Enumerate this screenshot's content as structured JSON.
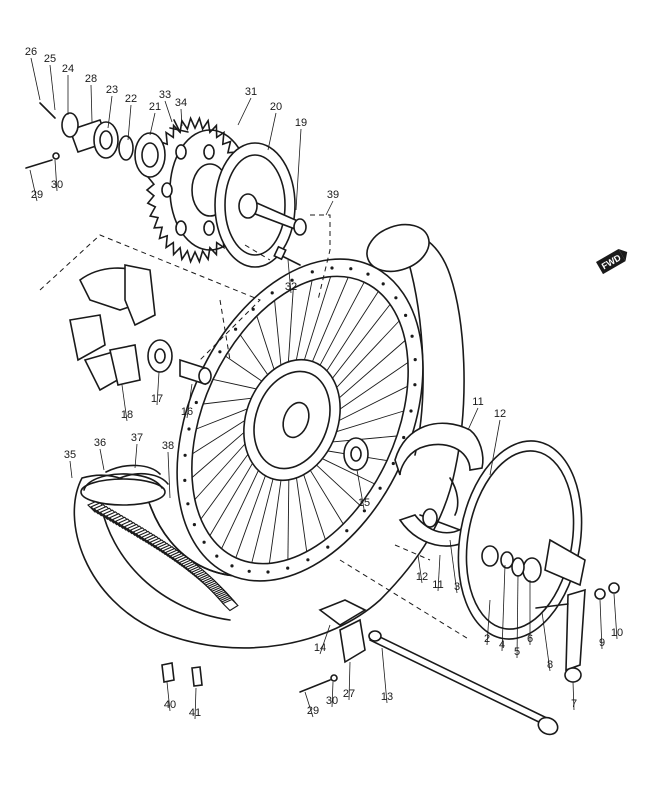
{
  "diagram": {
    "direction_badge": "FWD",
    "callouts": [
      {
        "id": "c26",
        "label": "26"
      },
      {
        "id": "c25",
        "label": "25"
      },
      {
        "id": "c24",
        "label": "24"
      },
      {
        "id": "c28",
        "label": "28"
      },
      {
        "id": "c23",
        "label": "23"
      },
      {
        "id": "c22",
        "label": "22"
      },
      {
        "id": "c21",
        "label": "21"
      },
      {
        "id": "c33",
        "label": "33"
      },
      {
        "id": "c34",
        "label": "34"
      },
      {
        "id": "c31",
        "label": "31"
      },
      {
        "id": "c20",
        "label": "20"
      },
      {
        "id": "c19",
        "label": "19"
      },
      {
        "id": "c29a",
        "label": "29"
      },
      {
        "id": "c30a",
        "label": "30"
      },
      {
        "id": "c39",
        "label": "39"
      },
      {
        "id": "c32",
        "label": "32"
      },
      {
        "id": "c17",
        "label": "17"
      },
      {
        "id": "c16",
        "label": "16"
      },
      {
        "id": "c18",
        "label": "18"
      },
      {
        "id": "c35",
        "label": "35"
      },
      {
        "id": "c36",
        "label": "36"
      },
      {
        "id": "c37",
        "label": "37"
      },
      {
        "id": "c38",
        "label": "38"
      },
      {
        "id": "c15",
        "label": "15"
      },
      {
        "id": "c11a",
        "label": "11"
      },
      {
        "id": "c12a",
        "label": "12"
      },
      {
        "id": "c12b",
        "label": "12"
      },
      {
        "id": "c11b",
        "label": "11"
      },
      {
        "id": "c3",
        "label": "3"
      },
      {
        "id": "c2",
        "label": "2"
      },
      {
        "id": "c4",
        "label": "4"
      },
      {
        "id": "c5",
        "label": "5"
      },
      {
        "id": "c6",
        "label": "6"
      },
      {
        "id": "c8",
        "label": "8"
      },
      {
        "id": "c9",
        "label": "9"
      },
      {
        "id": "c10",
        "label": "10"
      },
      {
        "id": "c7",
        "label": "7"
      },
      {
        "id": "c14",
        "label": "14"
      },
      {
        "id": "c27",
        "label": "27"
      },
      {
        "id": "c13",
        "label": "13"
      },
      {
        "id": "c29b",
        "label": "29"
      },
      {
        "id": "c30b",
        "label": "30"
      },
      {
        "id": "c40",
        "label": "40"
      },
      {
        "id": "c41",
        "label": "41"
      }
    ]
  }
}
